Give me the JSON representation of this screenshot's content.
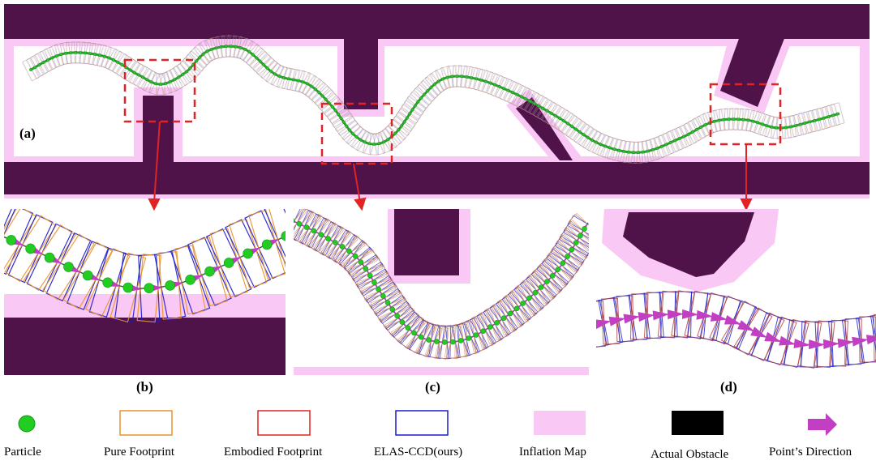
{
  "panels": {
    "a": "(a)",
    "b": "(b)",
    "c": "(c)",
    "d": "(d)"
  },
  "legend": [
    {
      "key": "particle",
      "label": "Particle",
      "icon": "green-circle",
      "color": "#22cc22"
    },
    {
      "key": "pure",
      "label": "Pure Footprint",
      "icon": "orange-rectangle",
      "color": "#e8922a"
    },
    {
      "key": "embodied",
      "label": "Embodied Footprint",
      "icon": "red-rectangle",
      "color": "#e02424"
    },
    {
      "key": "elas",
      "label": "ELAS-CCD(ours)",
      "icon": "blue-rectangle",
      "color": "#1a1acc"
    },
    {
      "key": "inflation",
      "label": "Inflation Map",
      "icon": "pink-swatch",
      "color": "#f9c8f4"
    },
    {
      "key": "obstacle",
      "label": "Actual Obstacle",
      "icon": "black-swatch",
      "color": "#000000"
    },
    {
      "key": "direction",
      "label": "Point’s Direction",
      "icon": "magenta-arrow",
      "color": "#c23fc4"
    }
  ],
  "colors": {
    "obstacle": "#4f1249",
    "inflation": "#f9c8f4",
    "path": "#3f8f46",
    "highlight": "#e02424"
  }
}
